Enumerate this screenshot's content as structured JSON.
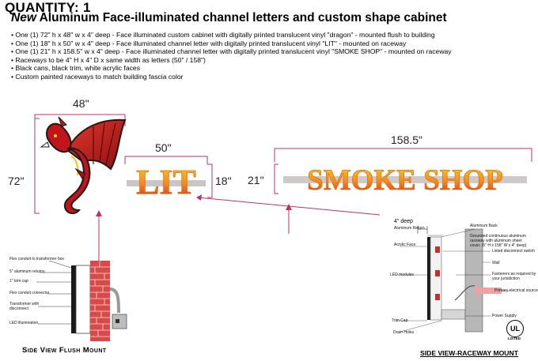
{
  "header": {
    "quantity": "QUANTITY: 1",
    "title_emph": "New",
    "title_rest": "Aluminum Face-illuminated channel letters and custom shape cabinet"
  },
  "specs": [
    "One (1) 72\" h x 48\" w x 4\" deep - Face illuminated custom cabinet with digitally printed translucent vinyl \"dragon\" - mounted flush to building",
    "One (1) 18\" h x 50\" w x 4\" deep - Face illuminated channel letter with digitally printed translucent vinyl \"LIT\" - mounted on raceway",
    "One (1) 21\" h x 158.5\" w x 4\" deep - Face illuminated channel letter with digitally printed translucent vinyl  \"SMOKE SHOP\" - mounted on raceway",
    "Raceways to be 4\" H x 4\" D x same width as letters (50\" / 158\")",
    "Black cans, black trim, white acrylic faces",
    "Custom painted raceways to match building fascia color"
  ],
  "dimensions": {
    "dragon_width": "48\"",
    "dragon_height": "72\"",
    "lit_width": "50\"",
    "lit_height": "18\"",
    "smoke_width": "158.5\"",
    "smoke_height": "21\""
  },
  "signs": {
    "lit_text": "LIT",
    "smoke_text": "SMOKE SHOP"
  },
  "flush_mount": {
    "caption": "Side View Flush Mount",
    "labels": [
      "Flex conduit to transformer box",
      "5\" aluminum returns",
      "1\" trim cap",
      "Flex conduit connector",
      "Transformer with disconnect",
      "LED illumination"
    ]
  },
  "raceway_mount": {
    "caption": "SIDE VIEW-RACEWAY MOUNT",
    "depth_label": "4\" deep",
    "left_labels": [
      "Aluminum Return",
      "Acrylic Face",
      "LED modules",
      "Trim Cap",
      "Drain Holes"
    ],
    "right_labels": [
      "Aluminum Back",
      "Grounded continuous aluminum raceway with aluminum sheet cover. (5\" H x 158\" W x 4\" deep)",
      "Listed disconnect switch",
      "Wall",
      "Fasteners as required by your jurisdiction",
      "Primary electrical source",
      "Power Supply"
    ],
    "ul_mark": "UL",
    "ul_listed": "LISTED"
  },
  "colors": {
    "dimension_line": "#c0306a",
    "letter_gradient_top": "#f7d21c",
    "letter_gradient_bottom": "#d8221f",
    "dragon_red": "#c1151b",
    "brick": "#d8494a"
  }
}
